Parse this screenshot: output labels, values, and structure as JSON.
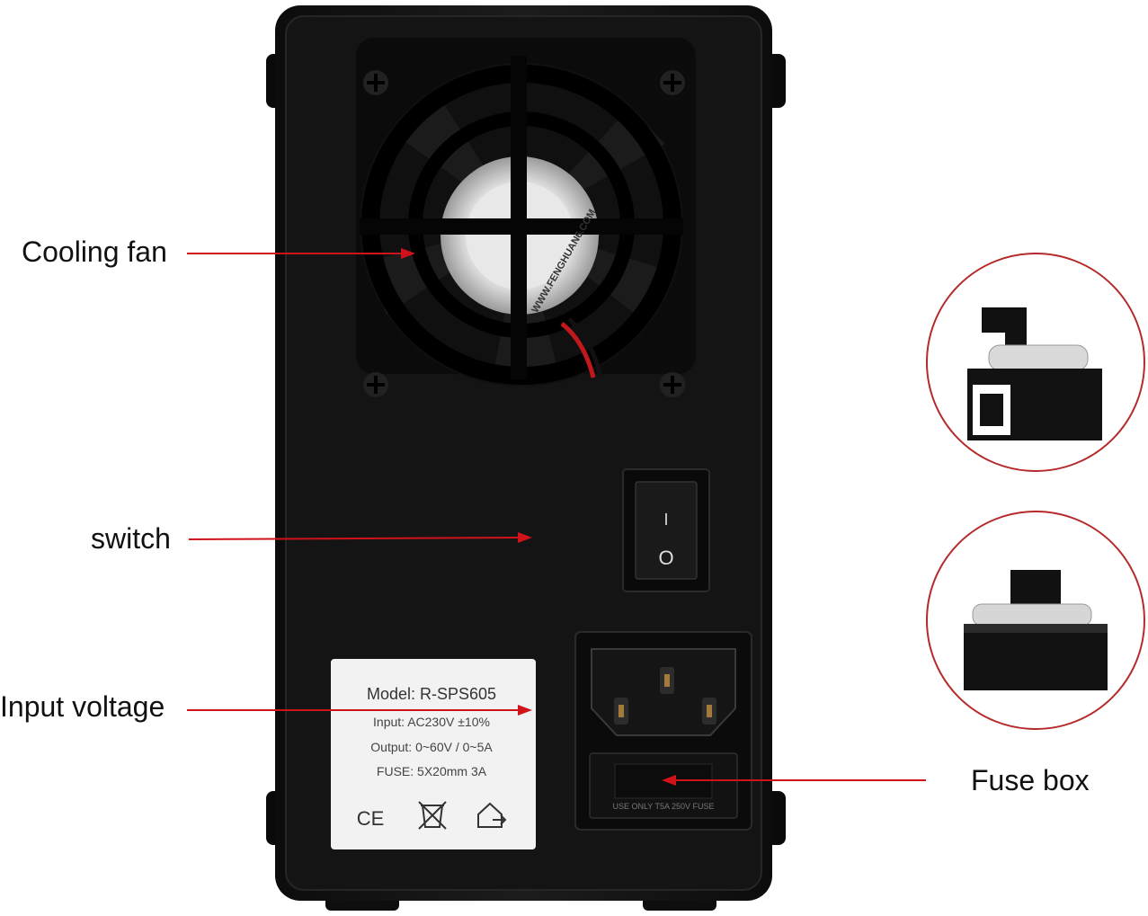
{
  "callouts": {
    "cooling_fan": "Cooling fan",
    "switch": "switch",
    "input_voltage": "Input voltage",
    "fuse_box": "Fuse box"
  },
  "spec_label": {
    "model": "Model:  R-SPS605",
    "input": "Input:  AC230V ±10%",
    "output": "Output:  0~60V / 0~5A",
    "fuse": "FUSE:  5X20mm  3A",
    "ce_mark": "CE"
  },
  "fan_print": "WWW.FENGHUAN6.COM",
  "switch_marks": {
    "on": "I",
    "off": "O"
  },
  "fuse_drawer_print": "USE ONLY T5A 250V FUSE",
  "colors": {
    "arrow": "#d0121b",
    "housing": "#161616",
    "label_bg": "#f2f2f2",
    "ring": "#b52a2a"
  },
  "icons": [
    "weee-bin-icon",
    "indoor-use-icon"
  ]
}
